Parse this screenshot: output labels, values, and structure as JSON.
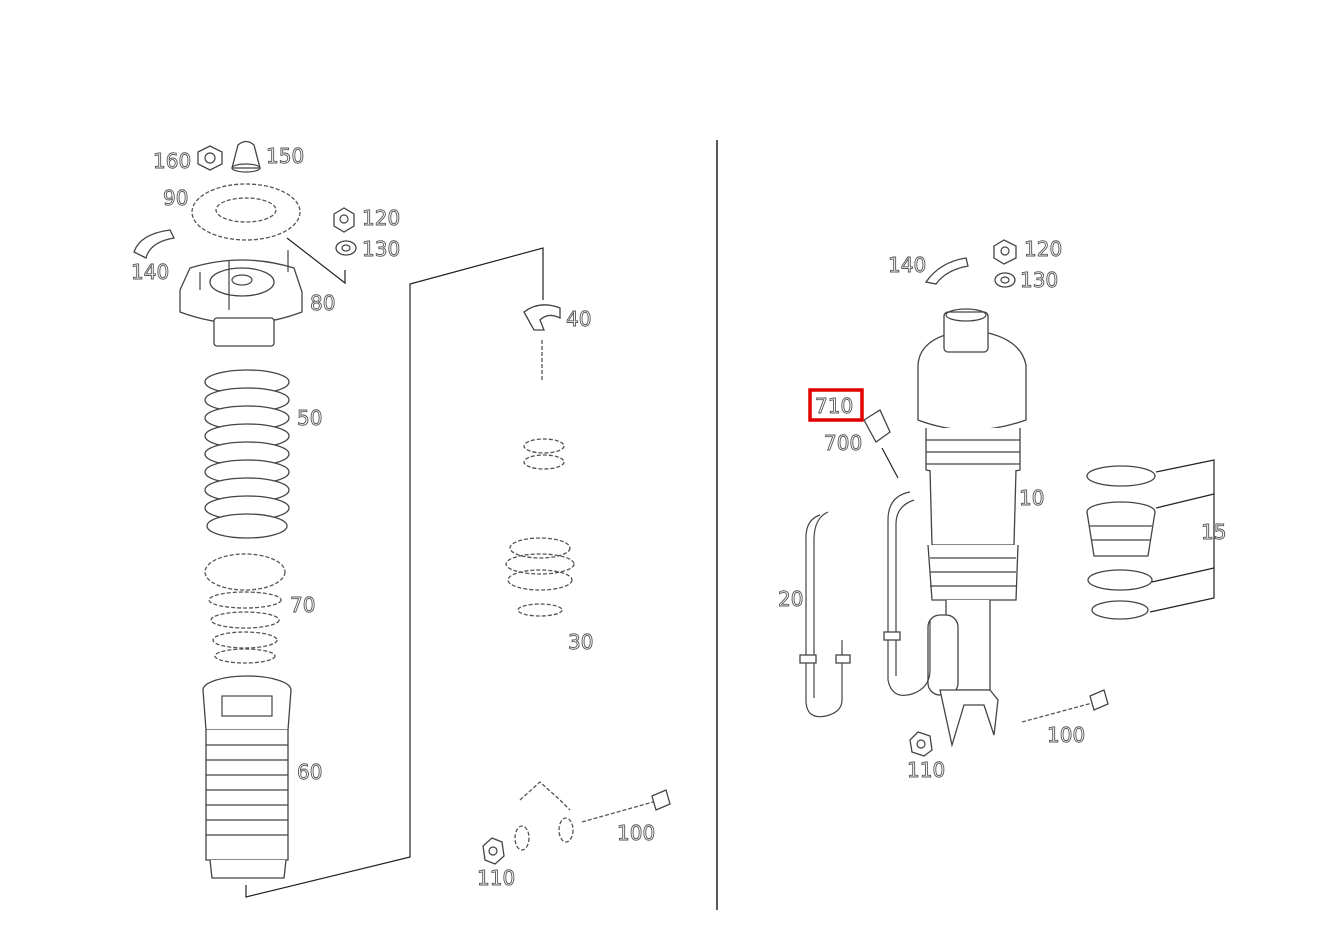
{
  "diagram": {
    "left_panel": {
      "labels": [
        "160",
        "150",
        "90",
        "120",
        "130",
        "140",
        "80",
        "40",
        "50",
        "70",
        "30",
        "60",
        "100",
        "110"
      ]
    },
    "right_panel": {
      "labels": [
        "140",
        "120",
        "130",
        "710",
        "700",
        "10",
        "15",
        "20",
        "100",
        "110"
      ]
    },
    "highlighted_part": "710",
    "highlight_color": "#e00000"
  }
}
